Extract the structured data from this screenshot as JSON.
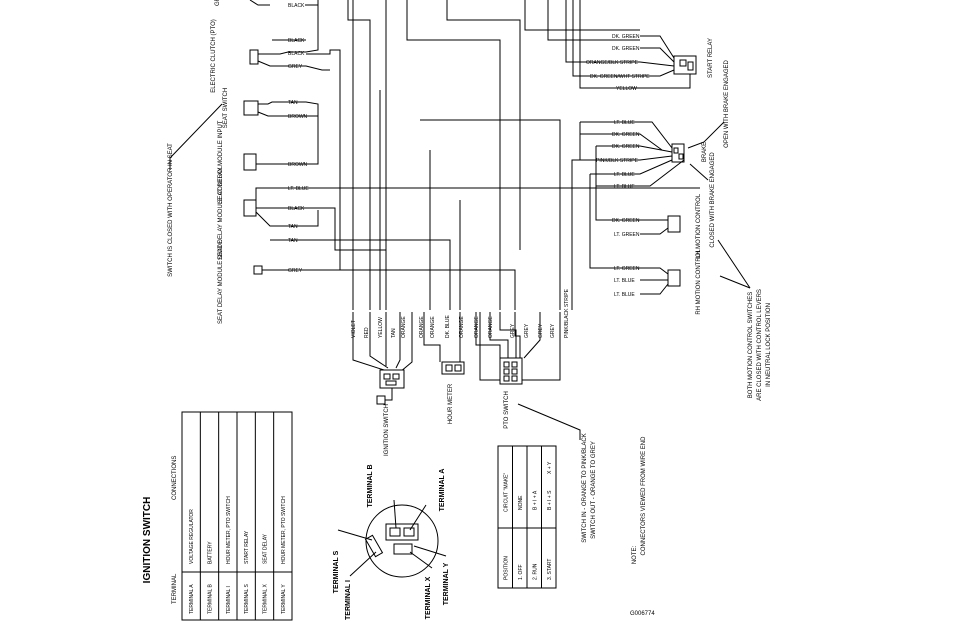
{
  "top": {
    "partial_label": "GF",
    "wire_black_top": "BLACK"
  },
  "left_components": {
    "electric_clutch": "ELECTRIC CLUTCH (PTO)",
    "seat_switch": "SEAT SWITCH",
    "seat_delay_module_input": "SEAT DELAY MODULE INPUT",
    "seat_delay_module_control": "SEAT DELAY MODULE CONTROL",
    "seat_delay_module_diode": "SEAT DELAY MODULE DIODE",
    "seat_switch_note": "SWITCH IS CLOSED WITH OPERATOR IN SEAT"
  },
  "left_wires": {
    "black_1": "BLACK",
    "black_2": "BLACK",
    "grey_1": "GREY",
    "tan_1": "TAN",
    "brown_1": "BROWN",
    "brown_2": "BROWN",
    "lt_blue": "LT. BLUE",
    "black_3": "BLACK",
    "tan_2": "TAN",
    "tan_3": "TAN",
    "grey_2": "GREY"
  },
  "right_components": {
    "start_relay": "START RELAY",
    "start_relay_note": "OPEN WITH BRAKE ENGAGED",
    "brake": "BRAKE",
    "brake_note": "CLOSED WITH BRAKE ENGAGED",
    "lh_motion": "LH MOTION CONTROL",
    "rh_motion": "RH MOTION CONTROL",
    "motion_note": "BOTH MOTION CONTROL SWITCHES ARE CLOSED WITH CONTROL LEVERS IN NEUTRAL LOCK POSITION"
  },
  "right_wires": {
    "relay": [
      "DK. GREEN",
      "DK. GREEN",
      "ORANGE/BLK STRIPE",
      "DK. GREEN/WHT STRIPE",
      "YELLOW"
    ],
    "brake": [
      "LT. BLUE",
      "DK. GREEN",
      "DK. GREEN",
      "PINK/BLK STRIPE",
      "LT. BLUE",
      "LT. BLUE"
    ],
    "lh": [
      "DK. GREEN",
      "LT. GREEN"
    ],
    "rh": [
      "LT. GREEN",
      "LT. BLUE",
      "LT. BLUE"
    ]
  },
  "bottom_wires": [
    "VIOLET",
    "RED",
    "YELLOW",
    "TAN",
    "ORANGE",
    "ORANGE",
    "ORANGE",
    "DK. BLUE",
    "ORANGE",
    "ORANGE",
    "ORANGE",
    "GREY",
    "GREY",
    "GREY",
    "GREY",
    "PINK/BLACK STRIPE"
  ],
  "middle_components": {
    "ignition_switch": "IGNITION SWITCH",
    "hour_meter": "HOUR METER",
    "pto_switch": "PTO SWITCH"
  },
  "ignition_table": {
    "title": "IGNITION SWITCH",
    "headers": [
      "TERMINAL",
      "CONNECTIONS"
    ],
    "rows": [
      [
        "TERMINAL A",
        "VOLTAGE REGULATOR"
      ],
      [
        "TERMINAL B",
        "BATTERY"
      ],
      [
        "TERMINAL I",
        "HOUR METER, PTO SWITCH"
      ],
      [
        "TERMINAL S",
        "START RELAY"
      ],
      [
        "TERMINAL X",
        "SEAT DELAY"
      ],
      [
        "TERMINAL Y",
        "HOUR METER, PTO SWITCH"
      ]
    ]
  },
  "terminals": {
    "a": "TERMINAL A",
    "b": "TERMINAL B",
    "s": "TERMINAL S",
    "i": "TERMINAL I",
    "x": "TERMINAL X",
    "y": "TERMINAL Y"
  },
  "position_table": {
    "headers": [
      "POSITION",
      "CIRCUIT \"MAKE\""
    ],
    "rows": [
      [
        "1. OFF",
        "NONE"
      ],
      [
        "2. RUN",
        "B + I + A"
      ],
      [
        "3. START",
        "B + I + S"
      ]
    ],
    "extra": "X + Y"
  },
  "pto_note": "SWITCH IN - ORANGE TO PINK/BLACK SWITCH OUT - ORANGE TO GREY",
  "connector_note": "NOTE: CONNECTORS VIEWED FROM WIRE END",
  "figure_id": "G006774"
}
